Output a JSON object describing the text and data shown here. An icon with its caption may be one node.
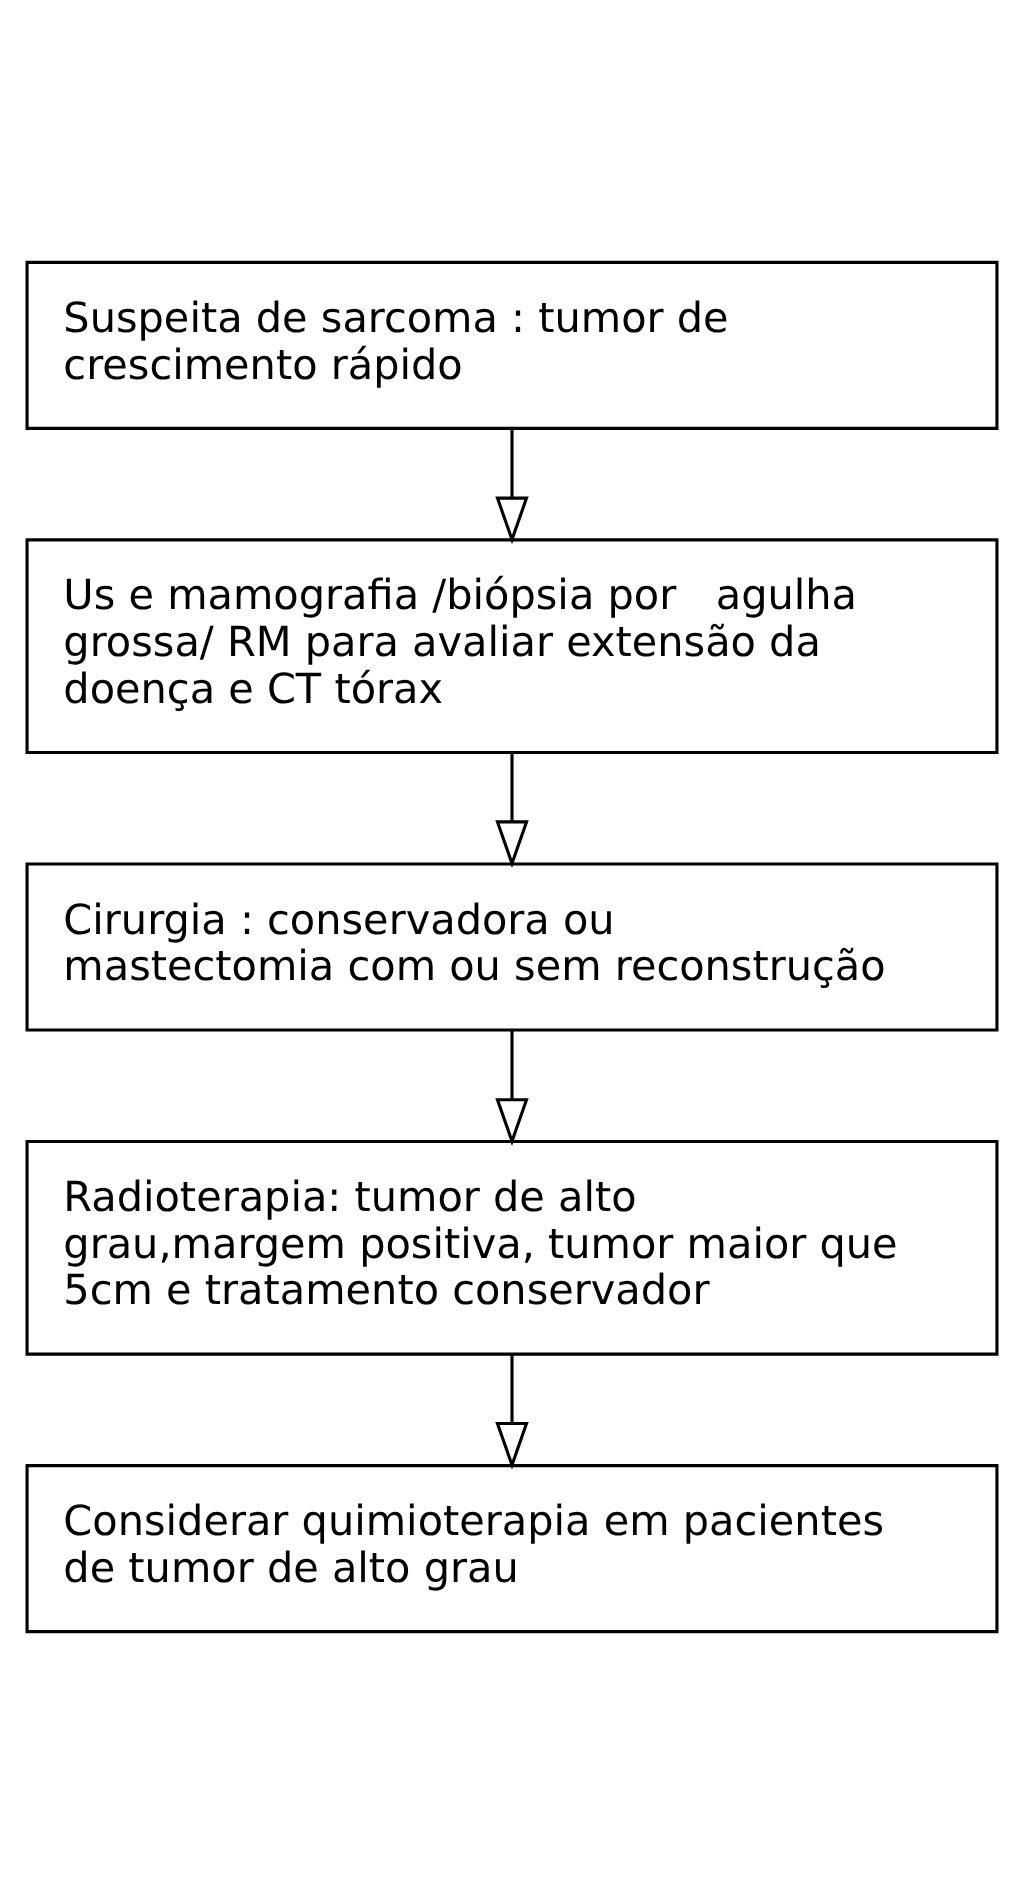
{
  "diagram": {
    "nodes": [
      {
        "text": [
          "Suspeita de sarcoma : tumor de crescimento rápido"
        ]
      },
      {
        "text": [
          "Us e mamografia /biópsia por   agulha grossa/ RM para avaliar extensão da doença e CT tórax"
        ]
      },
      {
        "text": [
          "Cirurgia : conservadora ou  mastectomia com ou sem reconstrução"
        ]
      },
      {
        "text": [
          "Radioterapia: tumor de alto grau,margem positiva, tumor maior que 5cm e tratamento conservador"
        ]
      },
      {
        "text": [
          "Considerar quimioterapia em pacientes de tumor de alto grau"
        ]
      }
    ],
    "edges": [
      {
        "from": 0,
        "to": 1,
        "arrow": "to"
      },
      {
        "from": 1,
        "to": 2,
        "arrow": "to"
      },
      {
        "from": 2,
        "to": 3,
        "arrow": "to"
      },
      {
        "from": 3,
        "to": 4,
        "arrow": "to"
      }
    ]
  }
}
